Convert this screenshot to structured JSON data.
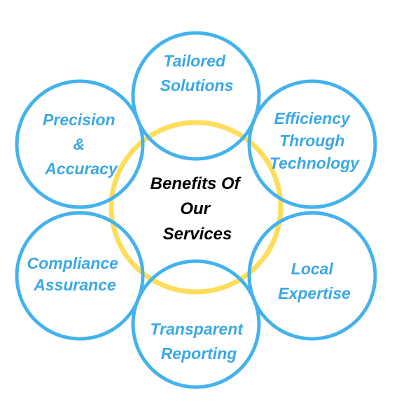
{
  "colors": {
    "background": "#ffffff",
    "ring_blue": "#44b2ed",
    "ring_yellow": "#fedd5a",
    "text_blue": "#3aa8e6",
    "text_black": "#000000"
  },
  "center": {
    "lines": [
      "Benefits Of",
      "Our",
      "Services"
    ]
  },
  "satellites": [
    {
      "id": "tailored-solutions",
      "lines": [
        "Tailored",
        "Solutions"
      ]
    },
    {
      "id": "efficiency-through-technology",
      "lines": [
        "Efficiency",
        "Through",
        "Technology"
      ]
    },
    {
      "id": "local-expertise",
      "lines": [
        "Local",
        "Expertise"
      ]
    },
    {
      "id": "transparent-reporting",
      "lines": [
        "Transparent",
        "Reporting"
      ]
    },
    {
      "id": "compliance-assurance",
      "lines": [
        "Compliance",
        "Assurance"
      ]
    },
    {
      "id": "precision-accuracy",
      "lines": [
        "Precision",
        "&",
        "Accuracy"
      ]
    }
  ]
}
